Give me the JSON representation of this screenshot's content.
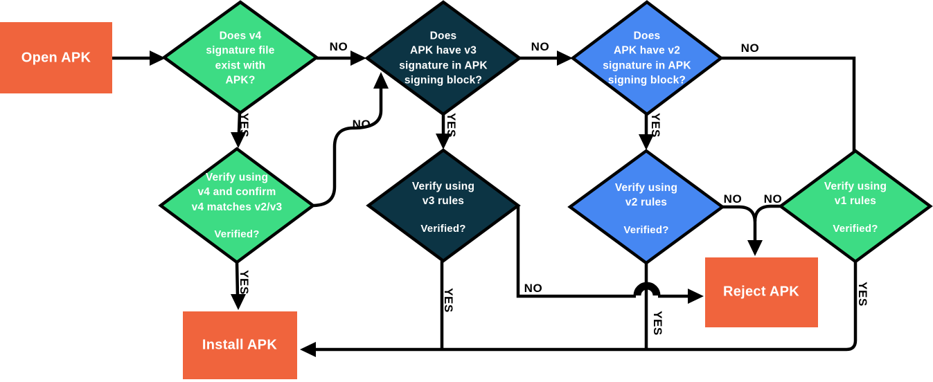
{
  "colors": {
    "orange": "#F0643D",
    "green": "#3DDC84",
    "navy": "#0C3444",
    "blue": "#4687F2",
    "line": "#000000",
    "node_text": "#FFFFFF",
    "edge_label_text": "#000000"
  },
  "nodes": {
    "open_apk": {
      "label": "Open APK"
    },
    "v4_exists": {
      "question": "Does v4\nsignature file\nexist with\nAPK?"
    },
    "v3_block": {
      "question": "Does\nAPK have v3\nsignature in APK\nsigning block?"
    },
    "v2_block": {
      "question": "Does\nAPK have v2\nsignature in APK\nsigning block?"
    },
    "verify_v4": {
      "question": "Verify using\nv4 and confirm\nv4 matches v2/v3",
      "sub": "Verified?"
    },
    "verify_v3": {
      "question": "Verify using\nv3 rules",
      "sub": "Verified?"
    },
    "verify_v2": {
      "question": "Verify using\nv2 rules",
      "sub": "Verified?"
    },
    "verify_v1": {
      "question": "Verify using\nv1 rules",
      "sub": "Verified?"
    },
    "reject_apk": {
      "label": "Reject APK"
    },
    "install_apk": {
      "label": "Install APK"
    }
  },
  "edges": {
    "v4_exists": {
      "no": "NO",
      "yes": "YES"
    },
    "v3_block": {
      "no": "NO",
      "yes": "YES"
    },
    "v2_block": {
      "no": "NO",
      "yes": "YES"
    },
    "verify_v4": {
      "no": "NO",
      "yes": "YES"
    },
    "verify_v3": {
      "no": "NO",
      "yes": "YES"
    },
    "verify_v2": {
      "no": "NO",
      "yes": "YES"
    },
    "verify_v1": {
      "no": "NO",
      "yes": "YES"
    }
  }
}
